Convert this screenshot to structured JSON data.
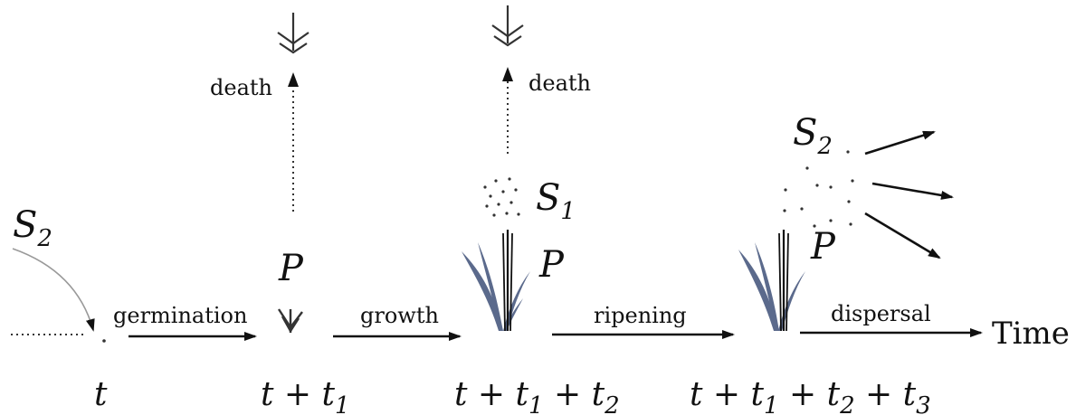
{
  "stages": {
    "germination": "germination",
    "growth": "growth",
    "ripening": "ripening",
    "dispersal": "dispersal"
  },
  "axis_label": "Time",
  "death_label": "death",
  "seed_symbol": "S",
  "plant_symbol": "P",
  "time_points": {
    "t0": "t",
    "t1": "t + t",
    "t2": "t + t + t",
    "t3": "t + t + t + t"
  },
  "subscripts": {
    "one": "1",
    "two": "2",
    "three": "3"
  },
  "colors": {
    "plant": "#5b6a8c",
    "ink": "#111111"
  },
  "icons": [
    "dead-seedling-icon",
    "seedling-icon",
    "grass-plant-icon",
    "dispersal-arrow-icon"
  ]
}
